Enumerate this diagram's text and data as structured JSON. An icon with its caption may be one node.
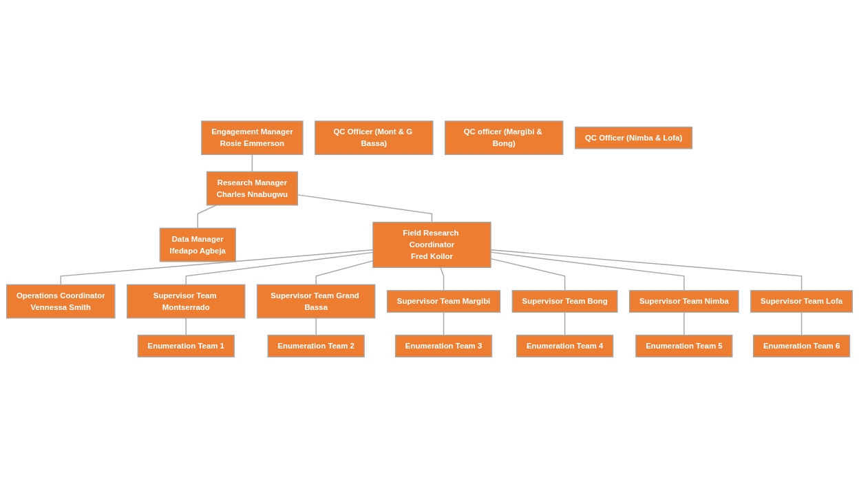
{
  "diagram": {
    "nodes": [
      {
        "text": [
          "Engagement Manager",
          "Rosie Emmerson"
        ]
      },
      {
        "text": [
          "Research Manager",
          "Charles Nnabugwu"
        ]
      },
      {
        "text": [
          "Data Manager",
          "Ifedapo Agbeja"
        ]
      },
      {
        "text": [
          "Field Research Coordinator",
          "Fred Koilor"
        ]
      },
      {
        "text": [
          "Operations Coordinator",
          "Vennessa Smith"
        ]
      },
      {
        "text": [
          "Supervisor Team Montserrado"
        ]
      },
      {
        "text": [
          "Supervisor Team Grand Bassa"
        ]
      },
      {
        "text": [
          "Supervisor Team Margibi"
        ]
      },
      {
        "text": [
          "Supervisor Team Bong"
        ]
      },
      {
        "text": [
          "Supervisor Team Nimba"
        ]
      },
      {
        "text": [
          "Supervisor Team Lofa"
        ]
      },
      {
        "text": [
          "Enumeration Team 1"
        ]
      },
      {
        "text": [
          "Enumeration Team 2"
        ]
      },
      {
        "text": [
          "Enumeration Team 3"
        ]
      },
      {
        "text": [
          "Enumeration Team 4"
        ]
      },
      {
        "text": [
          "Enumeration Team 5"
        ]
      },
      {
        "text": [
          "Enumeration Team 6"
        ]
      },
      {
        "text": [
          "QC Officer (Mont & G Bassa)"
        ]
      },
      {
        "text": [
          "QC officer (Margibi & Bong)"
        ]
      },
      {
        "text": [
          "QC Officer (Nimba & Lofa)"
        ]
      }
    ],
    "edges": [
      {
        "from": 0,
        "to": 1,
        "arrow": "none"
      },
      {
        "from": 1,
        "to": 2,
        "arrow": "none"
      },
      {
        "from": 1,
        "to": 3,
        "arrow": "none"
      },
      {
        "from": 3,
        "to": 4,
        "arrow": "none"
      },
      {
        "from": 3,
        "to": 5,
        "arrow": "none"
      },
      {
        "from": 3,
        "to": 6,
        "arrow": "none"
      },
      {
        "from": 3,
        "to": 7,
        "arrow": "none"
      },
      {
        "from": 3,
        "to": 8,
        "arrow": "none"
      },
      {
        "from": 3,
        "to": 9,
        "arrow": "none"
      },
      {
        "from": 3,
        "to": 10,
        "arrow": "none"
      },
      {
        "from": 5,
        "to": 11,
        "arrow": "none"
      },
      {
        "from": 6,
        "to": 12,
        "arrow": "none"
      },
      {
        "from": 7,
        "to": 13,
        "arrow": "none"
      },
      {
        "from": 8,
        "to": 14,
        "arrow": "none"
      },
      {
        "from": 9,
        "to": 15,
        "arrow": "none"
      },
      {
        "from": 10,
        "to": 16,
        "arrow": "none"
      }
    ]
  }
}
